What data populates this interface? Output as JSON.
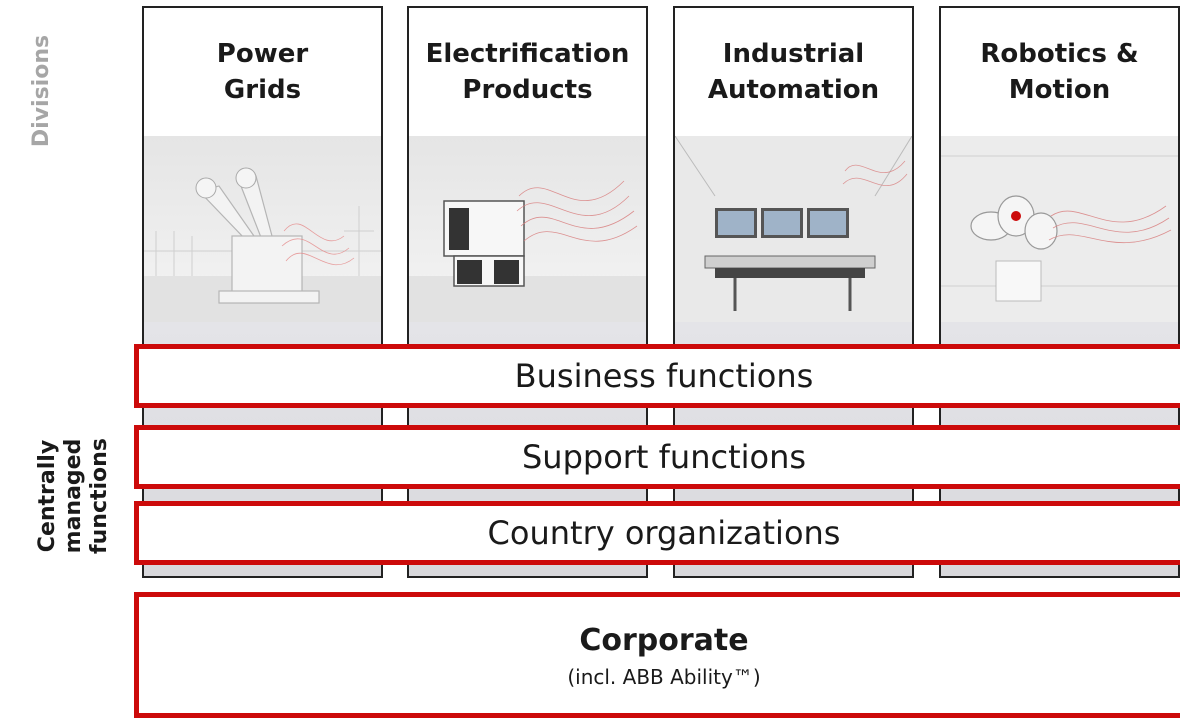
{
  "side_labels": {
    "divisions": "Divisions",
    "centrally_managed": [
      "Centrally",
      "managed",
      "functions"
    ]
  },
  "divisions": [
    {
      "title_lines": [
        "Power",
        "Grids"
      ],
      "image_icon": "transformer-image"
    },
    {
      "title_lines": [
        "Electrification",
        "Products"
      ],
      "image_icon": "building-image"
    },
    {
      "title_lines": [
        "Industrial",
        "Automation"
      ],
      "image_icon": "control-room-image"
    },
    {
      "title_lines": [
        "Robotics &",
        "Motion"
      ],
      "image_icon": "robot-image"
    }
  ],
  "functions": [
    "Business functions",
    "Support functions",
    "Country organizations"
  ],
  "corporate": {
    "title": "Corporate",
    "subtitle": "(incl. ABB Ability™)"
  },
  "colors": {
    "accent_red": "#cc0a0a",
    "divisions_label_gray": "#a6a6a6",
    "border_dark": "#222222"
  }
}
